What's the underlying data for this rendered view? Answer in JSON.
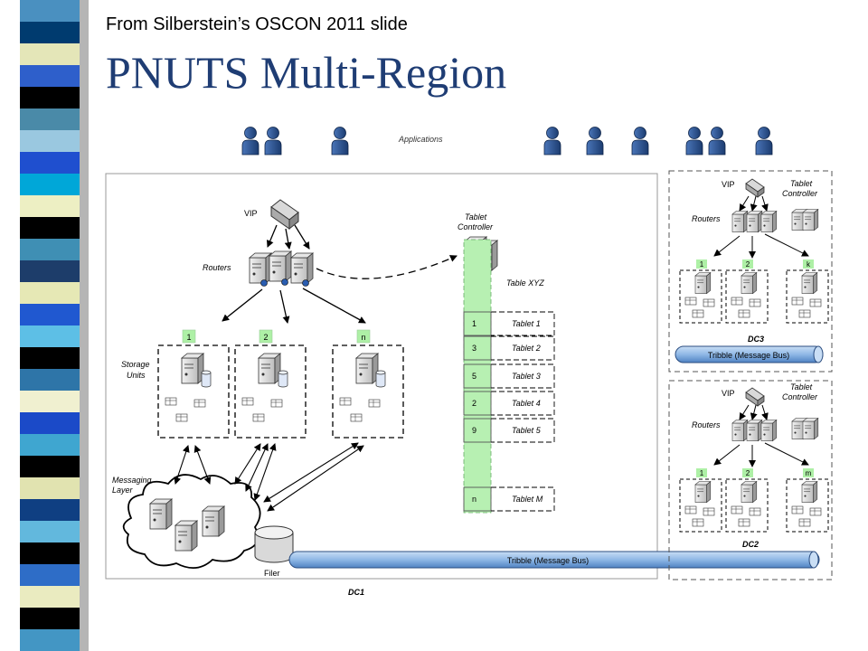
{
  "slide": {
    "subtitle": "From Silberstein’s OSCON 2011 slide",
    "title": "PNUTS Multi-Region"
  },
  "strip_colors": [
    "#4A90C0",
    "#003B6F",
    "#E4E6B8",
    "#2E5FCB",
    "#000000",
    "#4A8AA8",
    "#9AC8E0",
    "#1F4FCF",
    "#00A7D8",
    "#EDEFC3",
    "#000000",
    "#3F8FB4",
    "#1D3D6A",
    "#E6E8B5",
    "#2058D0",
    "#5DBFE6",
    "#000000",
    "#2E75A8",
    "#F0F0D0",
    "#1B4AC8",
    "#3FA6D0",
    "#000000",
    "#E1E3B0",
    "#0F3F82",
    "#62B8DD",
    "#000000",
    "#2E6DC7",
    "#EAEBC0",
    "#000000",
    "#4396C4"
  ],
  "colors": {
    "tablet_green": "#b7f0b2",
    "label_green": "#aef0a6",
    "bus_blue": "#8fb8e6",
    "person_blue": "#2f5897",
    "title_blue": "#1f3d74"
  },
  "diagram": {
    "applications_label": "Applications",
    "dc1": {
      "label": "DC1",
      "vip": "VIP",
      "routers": "Routers",
      "storage_units": [
        "Storage",
        "Units"
      ],
      "storage_labels": [
        "1",
        "2",
        "n"
      ],
      "messaging_layer": [
        "Messaging",
        "Layer"
      ],
      "filer": "Filer",
      "tablet_controller": [
        "Tablet",
        "Controller"
      ],
      "table_name": "Table XYZ",
      "tablets": [
        {
          "id": "1",
          "name": "Tablet 1"
        },
        {
          "id": "3",
          "name": "Tablet 2"
        },
        {
          "id": "5",
          "name": "Tablet 3"
        },
        {
          "id": "2",
          "name": "Tablet 4"
        },
        {
          "id": "9",
          "name": "Tablet 5"
        },
        {
          "id": "n",
          "name": "Tablet M"
        }
      ],
      "bus": "Tribble (Message Bus)"
    },
    "dc3": {
      "label": "DC3",
      "vip": "VIP",
      "routers": "Routers",
      "tablet_controller": [
        "Tablet",
        "Controller"
      ],
      "storage_labels": [
        "1",
        "2",
        "k"
      ],
      "bus": "Tribble (Message Bus)"
    },
    "dc2": {
      "label": "DC2",
      "vip": "VIP",
      "routers": "Routers",
      "tablet_controller": [
        "Tablet",
        "Controller"
      ],
      "storage_labels": [
        "1",
        "2",
        "m"
      ],
      "bus": "Tribble (Message Bus)"
    }
  }
}
